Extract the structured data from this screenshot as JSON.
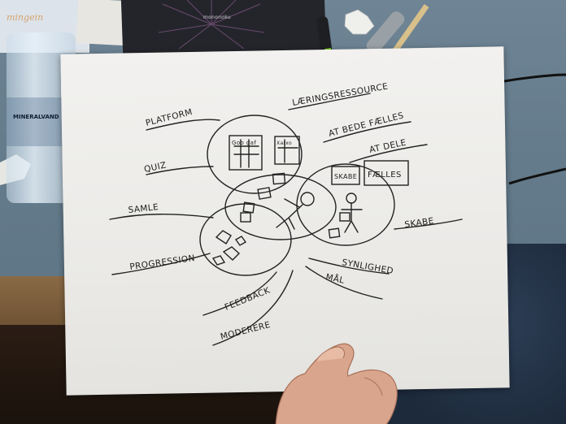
{
  "scene": {
    "description_type": "photo",
    "background_colors": {
      "table": "#6a8090",
      "paper": "#efeeeb",
      "ink": "#1d1d1d"
    }
  },
  "background": {
    "brochure_text": "mingein",
    "book_text": "mononoku",
    "bottle_label_text": "MINERALVAND"
  },
  "sketch": {
    "labels": {
      "platform": "PLATFORM",
      "laeringsressource": "LÆRINGSRESSOURCE",
      "at_bede_faelles": "AT BEDE FÆLLES",
      "at_dele": "AT DELE",
      "quiz": "QUIZ",
      "samle": "SAMLE",
      "skabe_right": "SKABE",
      "progression": "PROGRESSION",
      "synlighed": "SYNLIGHED",
      "maal": "MÅL",
      "feedback": "FEEDBACK",
      "moderere": "MODERERE"
    },
    "inner_labels": {
      "skabe_box": "SKABE",
      "faelles_box": "FÆLLES",
      "board1": "Goo gaf",
      "board2": "Xarxo"
    }
  }
}
